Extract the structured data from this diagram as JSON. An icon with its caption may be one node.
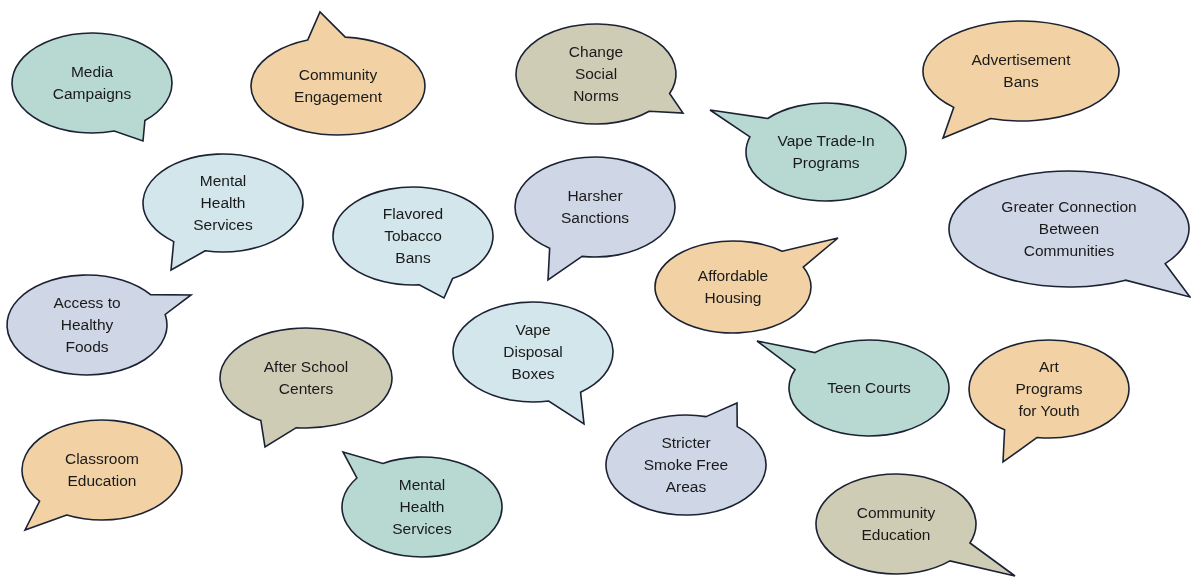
{
  "diagram": {
    "nodes": [
      {
        "text": [
          "Media Campaigns"
        ]
      },
      {
        "text": [
          "Community Engagement"
        ]
      },
      {
        "text": [
          "Change Social Norms"
        ]
      },
      {
        "text": [
          "Advertisement Bans"
        ]
      },
      {
        "text": [
          "Vape Trade-In Programs"
        ]
      },
      {
        "text": [
          "Mental Health Services"
        ]
      },
      {
        "text": [
          "Flavored Tobacco Bans"
        ]
      },
      {
        "text": [
          "Harsher Sanctions"
        ]
      },
      {
        "text": [
          "Greater Connection Between Communities"
        ]
      },
      {
        "text": [
          "Affordable Housing"
        ]
      },
      {
        "text": [
          "Access to Healthy Foods"
        ]
      },
      {
        "text": [
          "After School Centers"
        ]
      },
      {
        "text": [
          "Vape Disposal Boxes"
        ]
      },
      {
        "text": [
          "Teen Courts"
        ]
      },
      {
        "text": [
          "Art Programs for Youth"
        ]
      },
      {
        "text": [
          "Classroom Education"
        ]
      },
      {
        "text": [
          "Stricter Smoke Free Areas"
        ]
      },
      {
        "text": [
          "Mental Health Services"
        ]
      },
      {
        "text": [
          "Community Education"
        ]
      }
    ]
  }
}
